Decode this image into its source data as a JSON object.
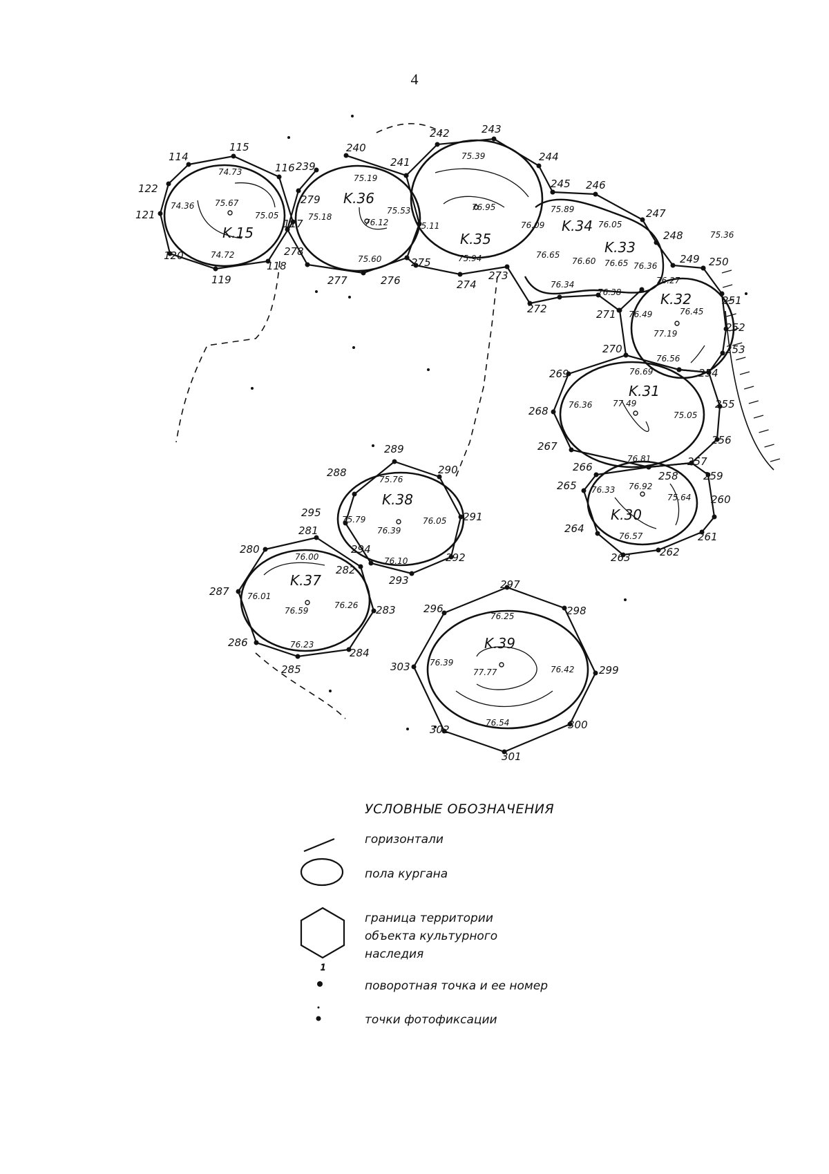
{
  "page_number": "4",
  "mounds": [
    {
      "label": "K.15",
      "inner_elevations": [
        "74.73",
        "74.36",
        "75.67",
        "75.05",
        "74.72"
      ],
      "boundary_points": [
        "114",
        "115",
        "116",
        "117",
        "118",
        "119",
        "120",
        "121",
        "122"
      ]
    },
    {
      "label": "K.36",
      "inner_elevations": [
        "75.19",
        "75.18",
        "76.12",
        "75.53",
        "75.60"
      ],
      "boundary_points": [
        "239",
        "240",
        "241",
        "275",
        "276",
        "277",
        "278",
        "279"
      ]
    },
    {
      "label": "K.35",
      "inner_elevations": [
        "75.39",
        "76.95",
        "75.11",
        "75.94"
      ],
      "boundary_points": [
        "241",
        "242",
        "243",
        "244",
        "245",
        "273",
        "274",
        "275"
      ]
    },
    {
      "label": "K.34",
      "inner_elevations": [
        "75.89",
        "76.09",
        "76.05",
        "76.65",
        "76.60",
        "76.34",
        "76.38"
      ],
      "boundary_points": [
        "245",
        "246",
        "247",
        "271",
        "272",
        "273"
      ]
    },
    {
      "label": "K.33",
      "inner_elevations": [
        "76.65",
        "76.36"
      ],
      "boundary_points": [
        "247",
        "248",
        "249",
        "270",
        "271"
      ]
    },
    {
      "label": "K.32",
      "inner_elevations": [
        "76.27",
        "76.49",
        "76.45",
        "77.19",
        "76.56"
      ],
      "boundary_points": [
        "249",
        "250",
        "251",
        "252",
        "253",
        "254",
        "270"
      ]
    },
    {
      "label": "K.31",
      "inner_elevations": [
        "76.69",
        "76.36",
        "77.49",
        "75.05",
        "76.81"
      ],
      "boundary_points": [
        "254",
        "255",
        "256",
        "257",
        "266",
        "267",
        "268",
        "269",
        "270"
      ]
    },
    {
      "label": "K.30",
      "inner_elevations": [
        "76.33",
        "76.92",
        "75.64",
        "76.57"
      ],
      "boundary_points": [
        "257",
        "258",
        "259",
        "260",
        "261",
        "262",
        "263",
        "264",
        "265",
        "266"
      ]
    },
    {
      "label": "K.38",
      "inner_elevations": [
        "75.76",
        "75.79",
        "76.39",
        "76.05",
        "76.10"
      ],
      "boundary_points": [
        "281",
        "282",
        "288",
        "289",
        "290",
        "291",
        "292",
        "293",
        "294",
        "295"
      ]
    },
    {
      "label": "K.37",
      "inner_elevations": [
        "76.00",
        "76.01",
        "76.59",
        "76.26",
        "76.23"
      ],
      "boundary_points": [
        "280",
        "281",
        "282",
        "283",
        "284",
        "285",
        "286",
        "287"
      ]
    },
    {
      "label": "K.39",
      "inner_elevations": [
        "76.25",
        "76.39",
        "77.77",
        "76.42",
        "76.54"
      ],
      "boundary_points": [
        "296",
        "297",
        "298",
        "299",
        "300",
        "301",
        "302",
        "303"
      ]
    }
  ],
  "extra_elevation": "75.36",
  "legend": {
    "title": "УСЛОВНЫЕ ОБОЗНАЧЕНИЯ",
    "items": [
      {
        "symbol": "contour-line",
        "text": "горизонтали"
      },
      {
        "symbol": "ellipse",
        "text": "пола кургана"
      },
      {
        "symbol": "hexagon",
        "text": "граница территории объекта культурного наследия"
      },
      {
        "symbol": "point",
        "marker": "1",
        "text": "поворотная точка и ее номер"
      },
      {
        "symbol": "photo-point",
        "text": "точки фотофиксации"
      }
    ]
  }
}
